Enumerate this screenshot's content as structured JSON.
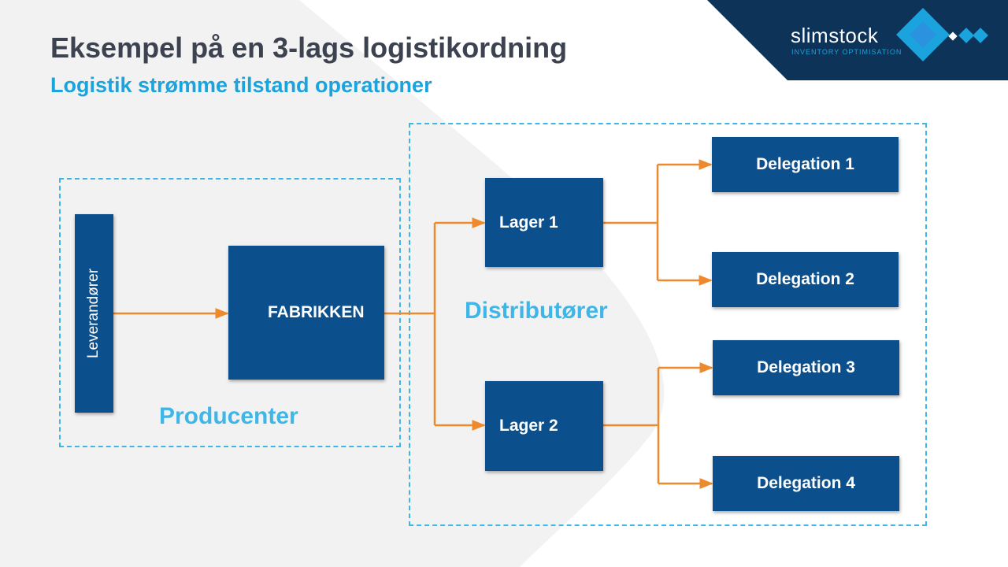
{
  "title": "Eksempel på en 3-lags logistikordning",
  "subtitle": "Logistik strømme tilstand operationer",
  "logo": {
    "wordmark": "slimstock",
    "tagline": "INVENTORY OPTIMISATION"
  },
  "groups": {
    "producer_label": "Producenter",
    "distributor_label": "Distributører"
  },
  "nodes": {
    "supplier": "Leverandører",
    "factory": "FABRIKKEN",
    "warehouse_1": "Lager 1",
    "warehouse_2": "Lager 2",
    "delegation_1": "Delegation 1",
    "delegation_2": "Delegation 2",
    "delegation_3": "Delegation 3",
    "delegation_4": "Delegation 4"
  },
  "colors": {
    "box": "#0b4f8c",
    "arrow": "#ee8a2e",
    "dashed_border": "#3fb6e8",
    "title": "#3d4250",
    "subtitle": "#1aa3dc",
    "logo_band": "#0d3358"
  }
}
